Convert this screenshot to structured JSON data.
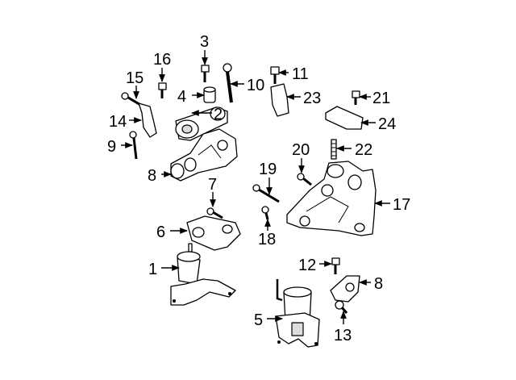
{
  "callouts": [
    {
      "id": "1",
      "text": "1"
    },
    {
      "id": "2",
      "text": "2"
    },
    {
      "id": "3",
      "text": "3"
    },
    {
      "id": "4",
      "text": "4"
    },
    {
      "id": "5",
      "text": "5"
    },
    {
      "id": "6",
      "text": "6"
    },
    {
      "id": "7",
      "text": "7"
    },
    {
      "id": "8a",
      "text": "8"
    },
    {
      "id": "8b",
      "text": "8"
    },
    {
      "id": "9",
      "text": "9"
    },
    {
      "id": "10",
      "text": "10"
    },
    {
      "id": "11",
      "text": "11"
    },
    {
      "id": "12",
      "text": "12"
    },
    {
      "id": "13",
      "text": "13"
    },
    {
      "id": "14",
      "text": "14"
    },
    {
      "id": "15",
      "text": "15"
    },
    {
      "id": "16",
      "text": "16"
    },
    {
      "id": "17",
      "text": "17"
    },
    {
      "id": "18",
      "text": "18"
    },
    {
      "id": "19",
      "text": "19"
    },
    {
      "id": "20",
      "text": "20"
    },
    {
      "id": "21",
      "text": "21"
    },
    {
      "id": "22",
      "text": "22"
    },
    {
      "id": "23",
      "text": "23"
    },
    {
      "id": "24",
      "text": "24"
    }
  ]
}
